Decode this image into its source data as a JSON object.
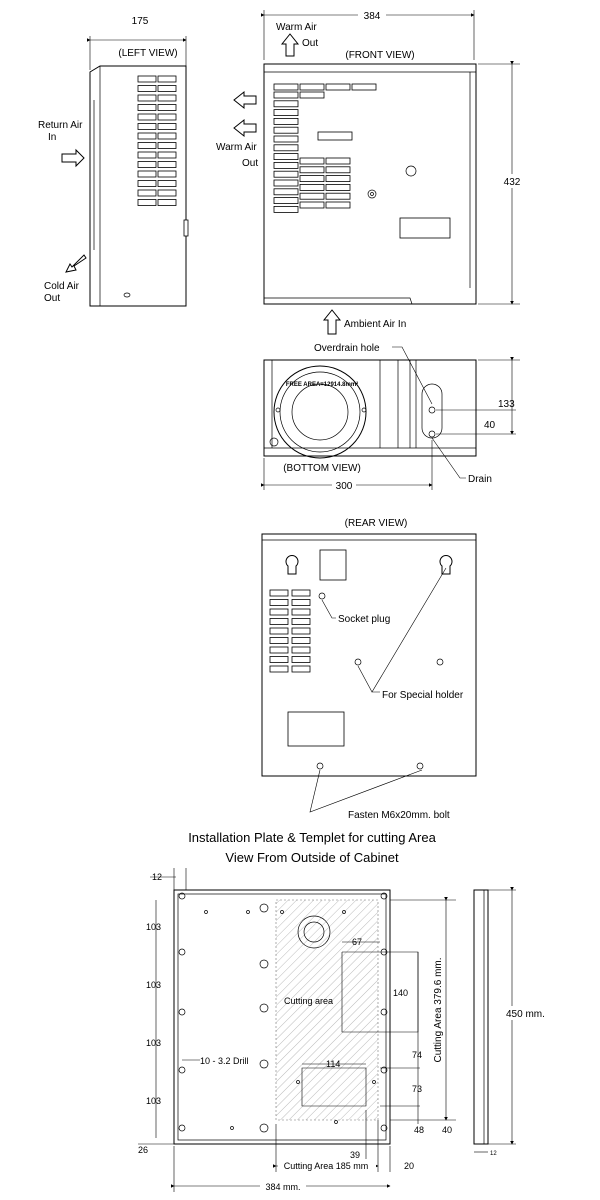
{
  "left_view": {
    "title": "(LEFT VIEW)",
    "dim_width": "175",
    "return_air_line1": "Return Air",
    "return_air_line2": "In",
    "cold_air_line1": "Cold Air",
    "cold_air_line2": "Out"
  },
  "front_view": {
    "title": "(FRONT VIEW)",
    "dim_width": "384",
    "dim_height": "432",
    "warm_air_top_line1": "Warm Air",
    "warm_air_top_line2": "Out",
    "warm_air_side_line1": "Warm Air",
    "warm_air_side_line2": "Out",
    "ambient_air": "Ambient Air In"
  },
  "bottom_view": {
    "title": "(BOTTOM VIEW)",
    "overdrain": "Overdrain hole",
    "drain": "Drain",
    "free_area": "FREE AREA=12914.8mm²",
    "dim_width": "300",
    "dim_depth": "133",
    "dim_hole": "40"
  },
  "rear_view": {
    "title": "(REAR VIEW)",
    "socket_plug": "Socket plug",
    "special_holder": "For Special holder",
    "fasten": "Fasten M6x20mm. bolt"
  },
  "installation": {
    "title_line1": "Installation Plate & Templet for cutting Area",
    "title_line2": "View From Outside of Cabinet",
    "dim_12_top": "12",
    "dim_103": [
      "103",
      "103",
      "103",
      "103"
    ],
    "dim_26": "26",
    "drill": "10 - 3.2 Drill",
    "cutting_label": "Cutting area",
    "dim_67": "67",
    "dim_140": "140",
    "dim_74": "74",
    "dim_114": "114",
    "dim_73": "73",
    "dim_48": "48",
    "dim_40": "40",
    "dim_39": "39",
    "dim_20": "20",
    "cutting_height": "Cutting Area 379.6 mm.",
    "cutting_width": "Cutting Area 185 mm",
    "dim_384": "384 mm.",
    "dim_450": "450 mm.",
    "dim_12_side": "12"
  }
}
